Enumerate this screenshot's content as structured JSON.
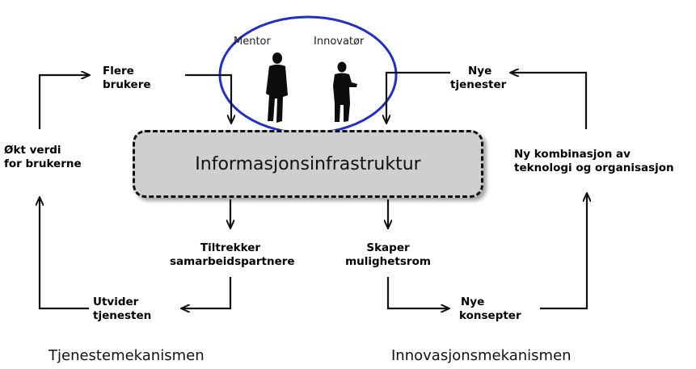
{
  "center_box": {
    "title": "Informasjonsinfrastruktur"
  },
  "people": {
    "mentor": "Mentor",
    "innovator": "Innovatør"
  },
  "left_cycle": {
    "flere_brukere": [
      "Flere",
      "brukere"
    ],
    "okt_verdi": [
      "Økt verdi",
      "for brukerne"
    ],
    "utvider": [
      "Utvider",
      "tjenesten"
    ],
    "tiltrekker": [
      "Tiltrekker",
      "samarbeidspartnere"
    ]
  },
  "right_cycle": {
    "nye_tjenester": [
      "Nye",
      "tjenester"
    ],
    "ny_kombinasjon": [
      "Ny kombinasjon av",
      "teknologi og organisasjon"
    ],
    "nye_konsepter": [
      "Nye",
      "konsepter"
    ],
    "skaper": [
      "Skaper",
      "mulighetsrom"
    ]
  },
  "mechanisms": {
    "left": "Tjenestemekanismen",
    "right": "Innovasjonsmekanismen"
  },
  "colors": {
    "ellipse": "#1f2fc8",
    "box_fill": "#cfcfcf",
    "line": "#111111"
  }
}
